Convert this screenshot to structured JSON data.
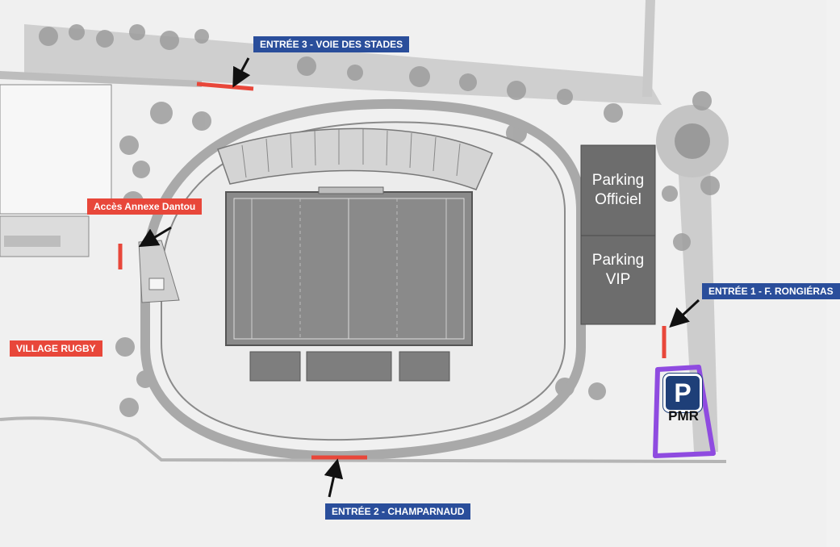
{
  "labels": {
    "entree3": "ENTRÉE 3 - VOIE DES STADES",
    "acces_dantou": "Accès Annexe  Dantou",
    "entree1": "ENTRÉE 1 - F. RONGIÉRAS",
    "village_rugby": "VILLAGE RUGBY",
    "entree2": "ENTRÉE 2 - CHAMPARNAUD"
  },
  "parking": {
    "officiel": "Parking Officiel",
    "vip": "Parking VIP",
    "pmr_symbol": "P",
    "pmr_label": "PMR"
  },
  "colors": {
    "entrance_label": "#2a4e9b",
    "zone_label": "#e8473a",
    "entrance_marker": "#e8473a",
    "pmr_outline": "#8f4be0",
    "parking_block": "#6d6d6d",
    "pitch": "#8a8a8a"
  },
  "icons": [
    "arrow-icon",
    "parking-sign-icon"
  ]
}
